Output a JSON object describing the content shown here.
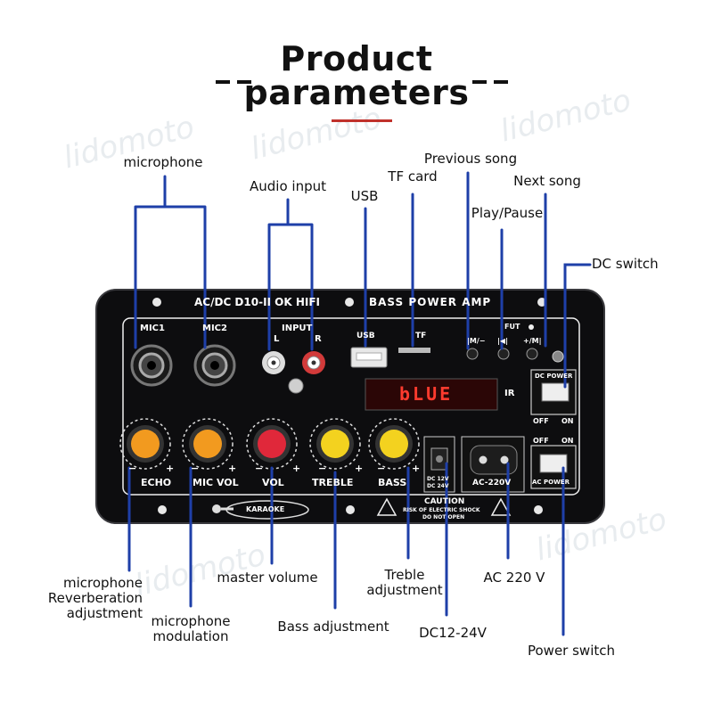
{
  "header": {
    "title_line1": "Product",
    "title_line2": "parameters",
    "watermark": "lidomoto"
  },
  "panel": {
    "model": "AC/DC D10-II OK HIFI",
    "bass_power_amp": "BASS POWER AMP",
    "mic1": "MIC1",
    "mic2": "MIC2",
    "input": "INPUT",
    "input_l": "L",
    "input_r": "R",
    "usb": "USB",
    "tf": "TF",
    "fut": "FUT",
    "btn_prev": "|M/−",
    "btn_play": "|◀|",
    "btn_next": "+/M|",
    "display": "bLUE",
    "ir": "IR",
    "dc_power": "DC POWER",
    "off1": "OFF",
    "on1": "ON",
    "off2": "OFF",
    "on2": "ON",
    "ac_power": "AC POWER",
    "dc_label1": "DC 12V",
    "dc_label2": "DC 24V",
    "ac220": "AC-220V",
    "caution": "CAUTION",
    "caution2": "RISK OF ELECTRIC SHOCK",
    "caution3": "DO NOT OPEN",
    "karaoke": "KARAOKE",
    "knobs": [
      {
        "label": "ECHO",
        "color": "#f29a1f"
      },
      {
        "label": "MIC VOL",
        "color": "#f29a1f"
      },
      {
        "label": "VOL",
        "color": "#e0283a"
      },
      {
        "label": "TREBLE",
        "color": "#f3d21f"
      },
      {
        "label": "BASS",
        "color": "#f3d21f"
      }
    ],
    "knob_minus": "−",
    "knob_plus": "+"
  },
  "callouts": {
    "microphone": "microphone",
    "audio_input": "Audio input",
    "usb": "USB",
    "tf_card": "TF card",
    "previous_song": "Previous song",
    "next_song": "Next song",
    "play_pause": "Play/Pause",
    "dc_switch": "DC switch",
    "mic_reverb_1": "microphone",
    "mic_reverb_2": "Reverberation",
    "mic_reverb_3": "adjustment",
    "mic_mod_1": "microphone",
    "mic_mod_2": "modulation",
    "master_volume": "master volume",
    "bass_adjustment": "Bass adjustment",
    "treble_1": "Treble",
    "treble_2": "adjustment",
    "dc12_24v": "DC12-24V",
    "ac220v": "AC 220 V",
    "power_switch": "Power switch"
  },
  "colors": {
    "leader": "#1e3fa8",
    "panel": "#0d0d0f",
    "panel_border": "#3a3a3e",
    "display_bg": "#2b0606",
    "display_text": "#ff3b2e"
  }
}
